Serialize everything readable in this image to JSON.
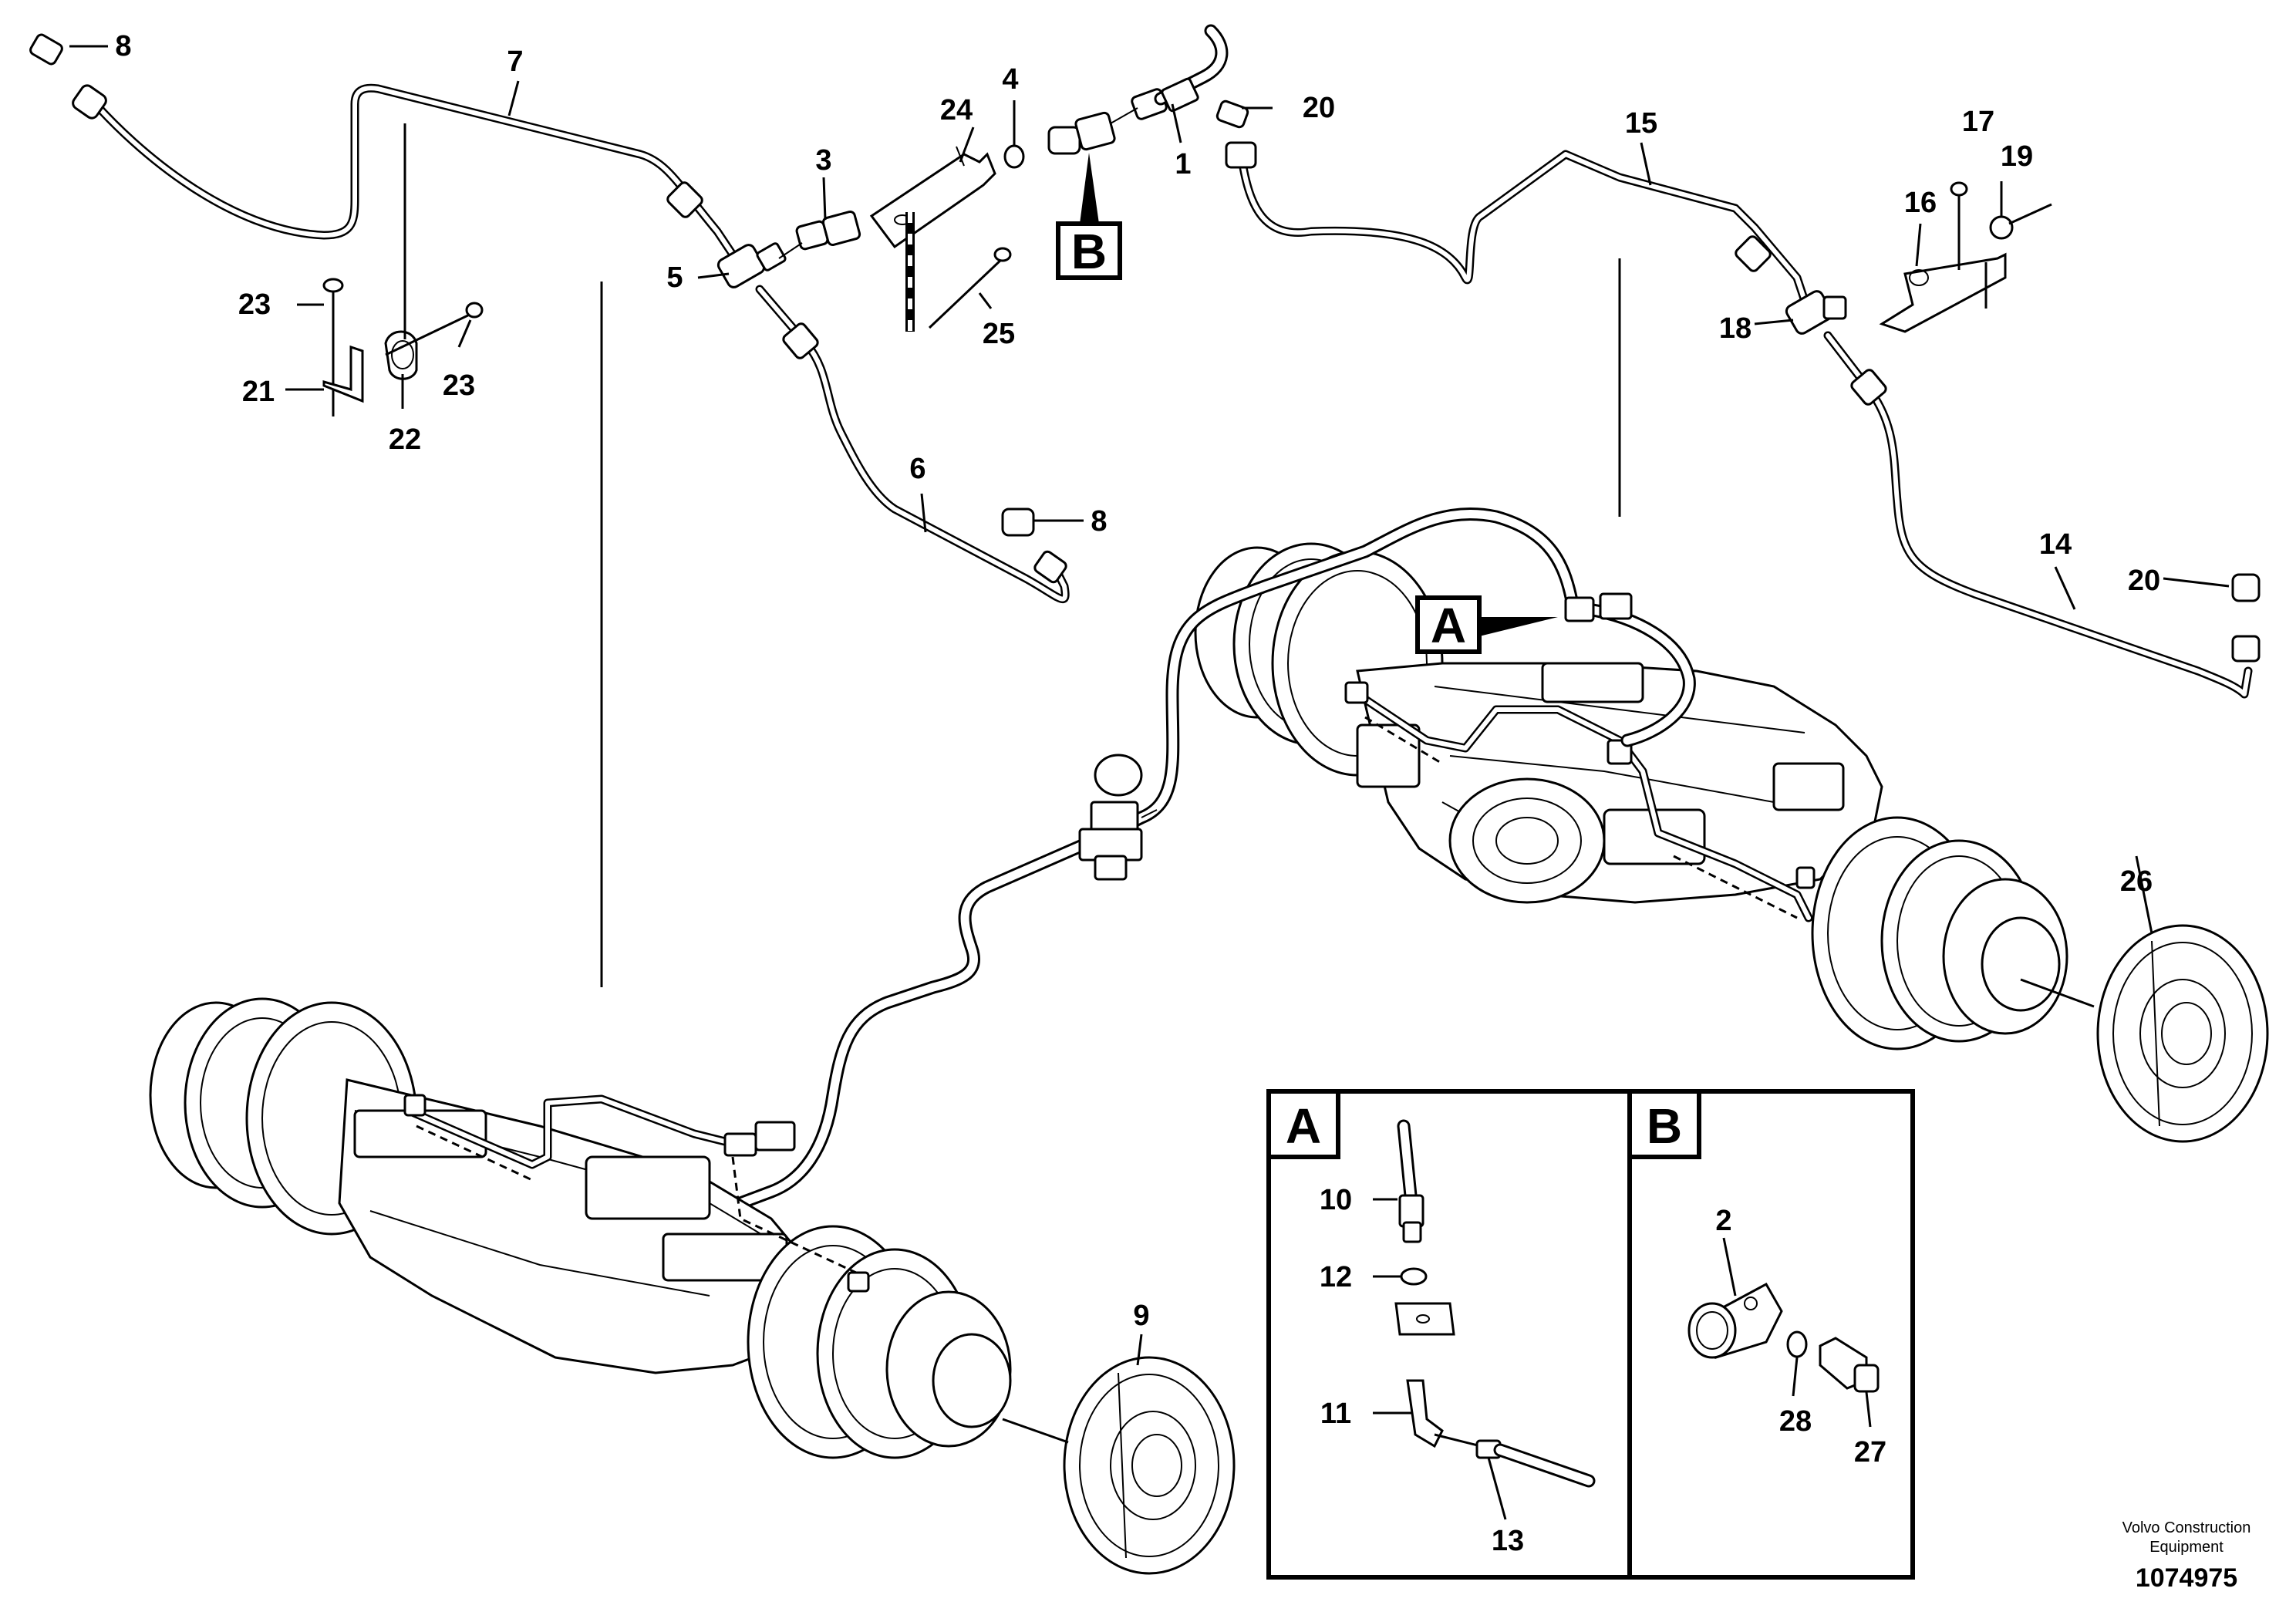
{
  "callouts": {
    "c1": "1",
    "c2": "2",
    "c3": "3",
    "c4": "4",
    "c5": "5",
    "c6": "6",
    "c7": "7",
    "c8a": "8",
    "c8b": "8",
    "c9": "9",
    "c10": "10",
    "c11": "11",
    "c12": "12",
    "c13": "13",
    "c14": "14",
    "c15": "15",
    "c16": "16",
    "c17": "17",
    "c18": "18",
    "c19": "19",
    "c20a": "20",
    "c20b": "20",
    "c21": "21",
    "c22": "22",
    "c23a": "23",
    "c23b": "23",
    "c24": "24",
    "c25": "25",
    "c26": "26",
    "c27": "27",
    "c28": "28"
  },
  "detail_markers": {
    "a": "A",
    "b": "B"
  },
  "detail_panels": {
    "a_title": "A",
    "b_title": "B"
  },
  "footer": {
    "company_line1": "Volvo Construction",
    "company_line2": "Equipment",
    "document_number": "1074975"
  }
}
